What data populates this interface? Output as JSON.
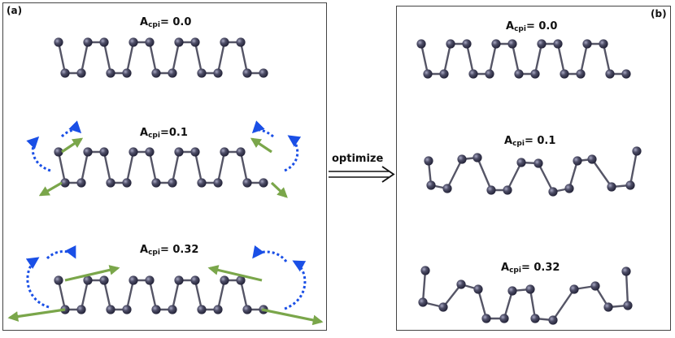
{
  "panel_a": {
    "tag": "(a)",
    "rows": [
      {
        "a_symbol": "A",
        "a_sub": "cpi",
        "a_eq": "= 0.0"
      },
      {
        "a_symbol": "A",
        "a_sub": "cpi",
        "a_eq": "=0.1"
      },
      {
        "a_symbol": "A",
        "a_sub": "cpi",
        "a_eq": "= 0.32"
      }
    ]
  },
  "panel_b": {
    "tag": "(b)",
    "rows": [
      {
        "a_symbol": "A",
        "a_sub": "cpi",
        "a_eq": "= 0.0"
      },
      {
        "a_symbol": "A",
        "a_sub": "cpi",
        "a_eq": "= 0.1"
      },
      {
        "a_symbol": "A",
        "a_sub": "cpi",
        "a_eq": "= 0.32"
      }
    ]
  },
  "arrow": {
    "label": "optimize"
  },
  "colors": {
    "atom": "#4d4d66",
    "bond": "#555566",
    "force": "#7aa64a",
    "rotation": "#1a4fe6",
    "frame": "#444444"
  }
}
